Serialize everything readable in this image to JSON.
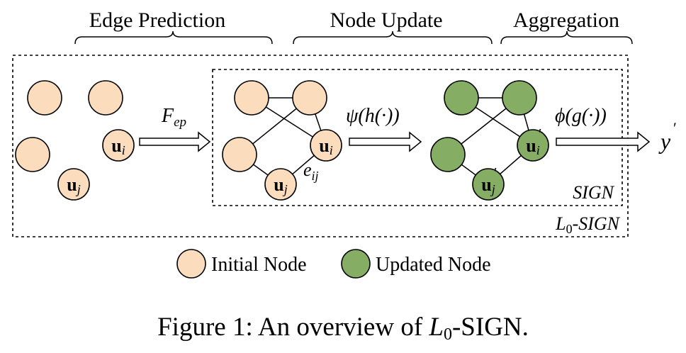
{
  "stages": {
    "edge_prediction": "Edge Prediction",
    "node_update": "Node Update",
    "aggregation": "Aggregation"
  },
  "operators": {
    "edge_prediction_main": "F",
    "edge_prediction_sub": "ep",
    "node_update": "ψ(h(·))",
    "aggregation": "ϕ(g(·))"
  },
  "node_labels": {
    "u": "u",
    "i": "i",
    "j": "j",
    "prime": "′",
    "edge_e": "e",
    "edge_sub": "ij"
  },
  "output": {
    "y": "y",
    "prime": "′"
  },
  "boxes": {
    "inner": "SIGN",
    "outer_main": "L",
    "outer_sub": "0",
    "outer_rest": "-SIGN"
  },
  "legend": {
    "initial": "Initial Node",
    "updated": "Updated Node"
  },
  "caption": {
    "prefix": "Figure 1: An overview of ",
    "math_main": "L",
    "math_sub": "0",
    "suffix": "-SIGN."
  },
  "colors": {
    "initial_node_fill": "#FBDDBE",
    "updated_node_fill": "#86AD64",
    "stroke": "#000000"
  }
}
